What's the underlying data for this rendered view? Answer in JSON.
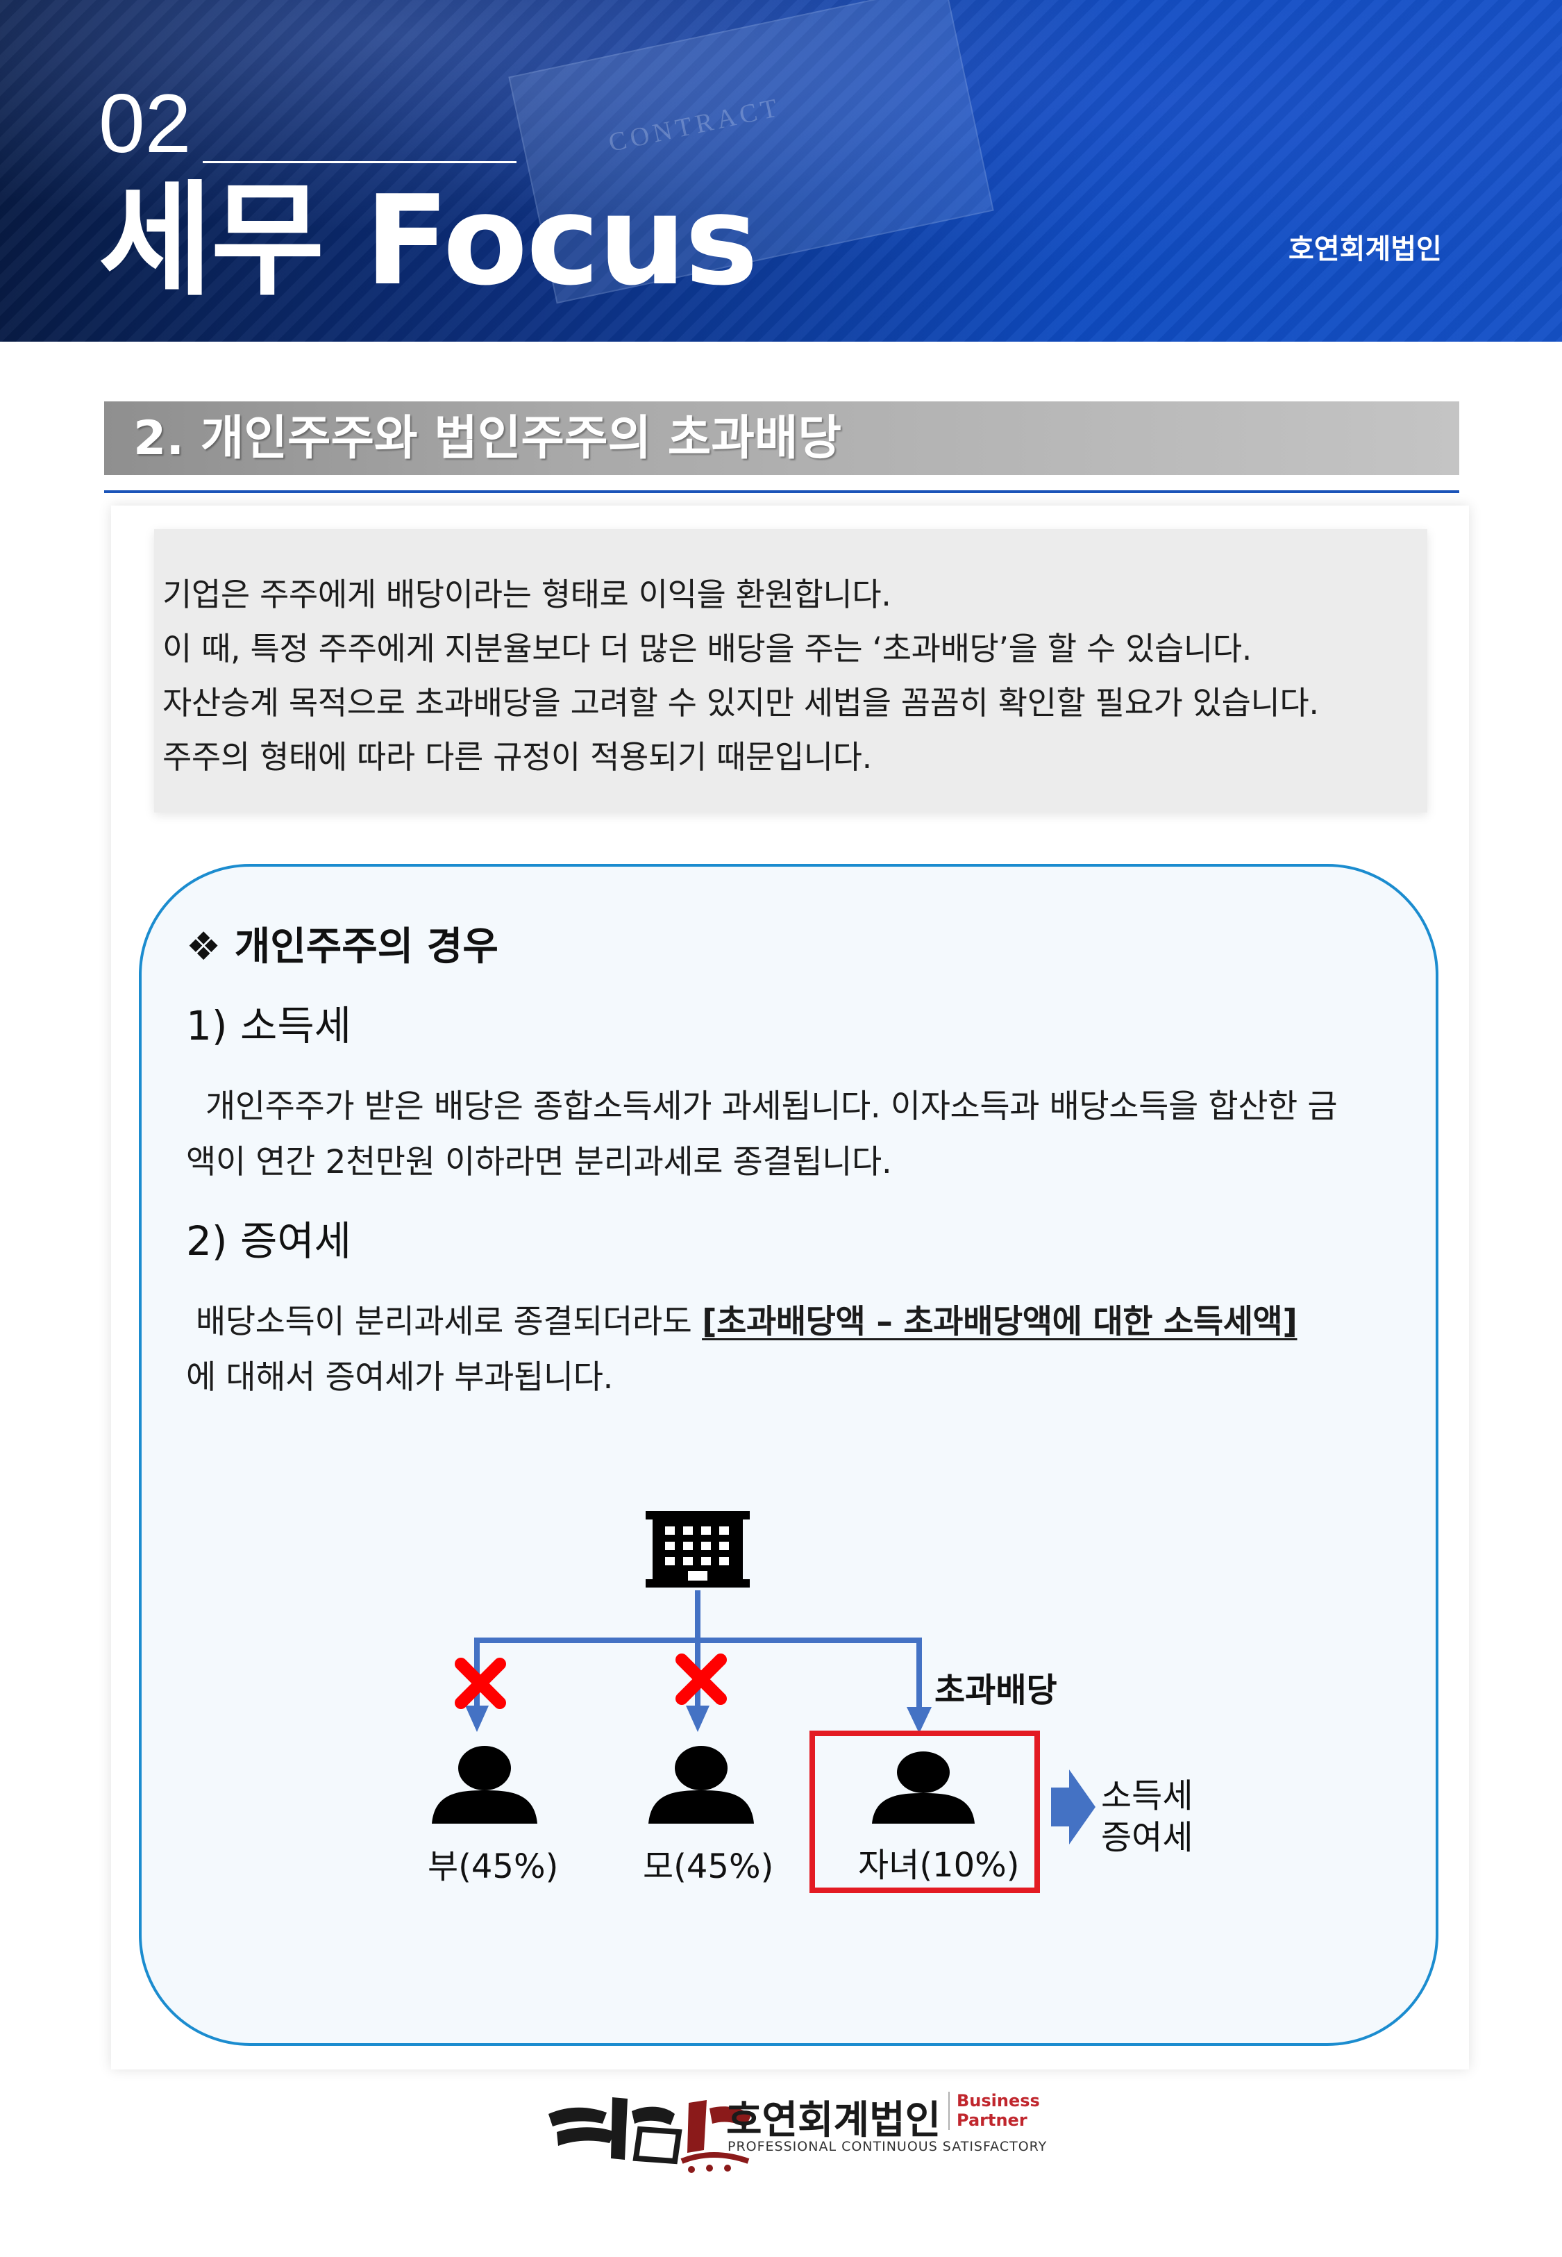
{
  "header": {
    "section_number": "02",
    "title": "세무 Focus",
    "firm_name": "호연회계법인",
    "background_text": "CONTRACT"
  },
  "section": {
    "heading": "2. 개인주주와 법인주주의 초과배당"
  },
  "intro": {
    "lines": [
      "기업은 주주에게 배당이라는 형태로 이익을 환원합니다.",
      "이 때, 특정 주주에게 지분율보다 더 많은 배당을 주는 ‘초과배당’을 할 수 있습니다.",
      "자산승계 목적으로 초과배당을 고려할 수 있지만 세법을 꼼꼼히 확인할 필요가 있습니다.",
      "주주의 형태에 따라 다른 규정이 적용되기 때문입니다."
    ]
  },
  "individual": {
    "bullet": "❖",
    "heading": "개인주주의 경우",
    "income_tax": {
      "heading": "1)  소득세",
      "line1": "개인주주가 받은 배당은 종합소득세가 과세됩니다. 이자소득과 배당소득을 합산한 금",
      "line2": "액이 연간 2천만원 이하라면 분리과세로 종결됩니다."
    },
    "gift_tax": {
      "heading": "2)  증여세",
      "line1_prefix": "배당소득이 분리과세로 종결되더라도",
      "line1_emphasis": "[초과배당액 – 초과배당액에 대한 소득세액]",
      "line2": "에 대해서 증여세가 부과됩니다."
    }
  },
  "diagram": {
    "company_icon": "building-icon",
    "excess_label": "초과배당",
    "shareholders": [
      {
        "label": "부(45%)",
        "blocked": true,
        "icon": "person-icon"
      },
      {
        "label": "모(45%)",
        "blocked": true,
        "icon": "person-icon"
      },
      {
        "label": "자녀(10%)",
        "blocked": false,
        "icon": "person-icon",
        "highlighted": true
      }
    ],
    "result_taxes": [
      "소득세",
      "증여세"
    ],
    "colors": {
      "line": "#4472c4",
      "cross": "#ff0000",
      "highlight": "#e31b23"
    }
  },
  "footer": {
    "firm_name": "호연회계법인",
    "tagline": "PROFESSIONAL CONTINUOUS SATISFACTORY",
    "partner_line1": "Business",
    "partner_line2": "Partner",
    "logo_glyphs": "浩然"
  }
}
